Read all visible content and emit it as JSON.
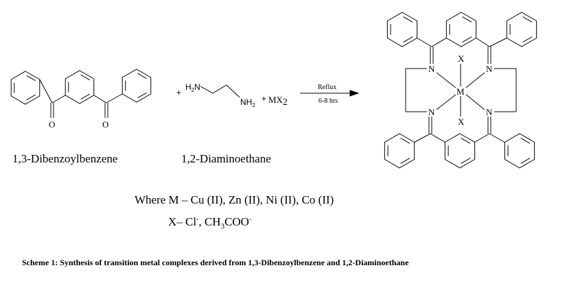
{
  "reactant1": {
    "name": "1,3-Dibenzoylbenzene",
    "atom_O": "O"
  },
  "reactant2": {
    "name": "1,2-Diaminoethane",
    "amine_left": "H",
    "amine_left_sub": "2",
    "amine_left_N": "N",
    "amine_right": "NH",
    "amine_right_sub": "2"
  },
  "reagent": {
    "plus": "+",
    "M": "MX",
    "sub": "2"
  },
  "arrow": {
    "above": "Reflux",
    "below": "6-8 hrs"
  },
  "product": {
    "metal": "M",
    "ligand": "X",
    "nitrogen": "N"
  },
  "where_line": "Where M – Cu (II), Zn (II), Ni (II), Co (II)",
  "x_line": {
    "prefix": "X– Cl",
    "sup1": "-",
    "mid": ", CH",
    "sub": "3",
    "rest": "COO",
    "sup2": "-"
  },
  "caption": "Scheme 1: Synthesis of transition metal complexes derived from 1,3-Dibenzoylbenzene and 1,2-Diaminoethane"
}
